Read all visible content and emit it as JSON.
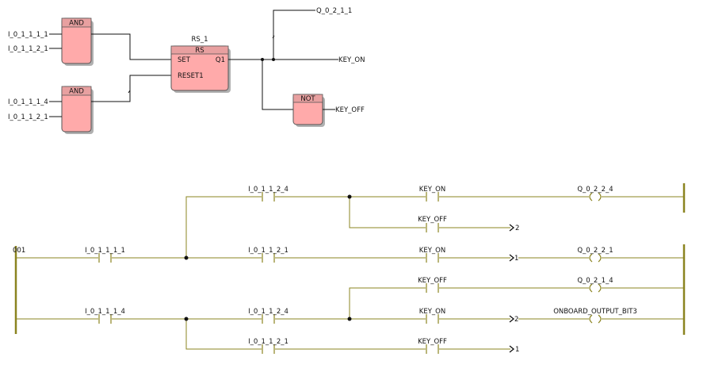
{
  "fbd": {
    "and1": {
      "type": "AND",
      "inputs": [
        "I_0_1_1_1_1",
        "I_0_1_1_2_1"
      ]
    },
    "and2": {
      "type": "AND",
      "inputs": [
        "I_0_1_1_1_4",
        "I_0_1_1_2_1"
      ]
    },
    "rs": {
      "instance": "RS_1",
      "type": "RS",
      "set": "SET",
      "reset": "RESET1",
      "output": "Q1"
    },
    "not": {
      "type": "NOT",
      "output": "KEY_OFF"
    },
    "outputs": {
      "top": "Q_0_2_1_1",
      "key_on": "KEY_ON"
    }
  },
  "ladder": {
    "rung_number": "001",
    "contacts": {
      "start_a": "I_0_1_1_1_1",
      "start_b": "I_0_1_1_1_4",
      "r1_c1": "I_0_1_1_2_4",
      "r1_c2": "KEY_ON",
      "r1b_c2": "KEY_OFF",
      "r2_c1": "I_0_1_1_2_1",
      "r2_c2": "KEY_ON",
      "r3_c2": "KEY_OFF",
      "r4_c1": "I_0_1_1_2_4",
      "r4_c2": "KEY_ON",
      "r5_c1": "I_0_1_1_2_1",
      "r5_c2": "KEY_OFF"
    },
    "coils": {
      "r1": "Q_0_2_2_4",
      "r2": "Q_0_2_2_1",
      "r3": "Q_0_2_1_4",
      "r4": "ONBOARD_OUTPUT_BIT3"
    },
    "jumps": {
      "r1b": "2",
      "r2": "1",
      "r4": "2",
      "r5": "1"
    }
  }
}
